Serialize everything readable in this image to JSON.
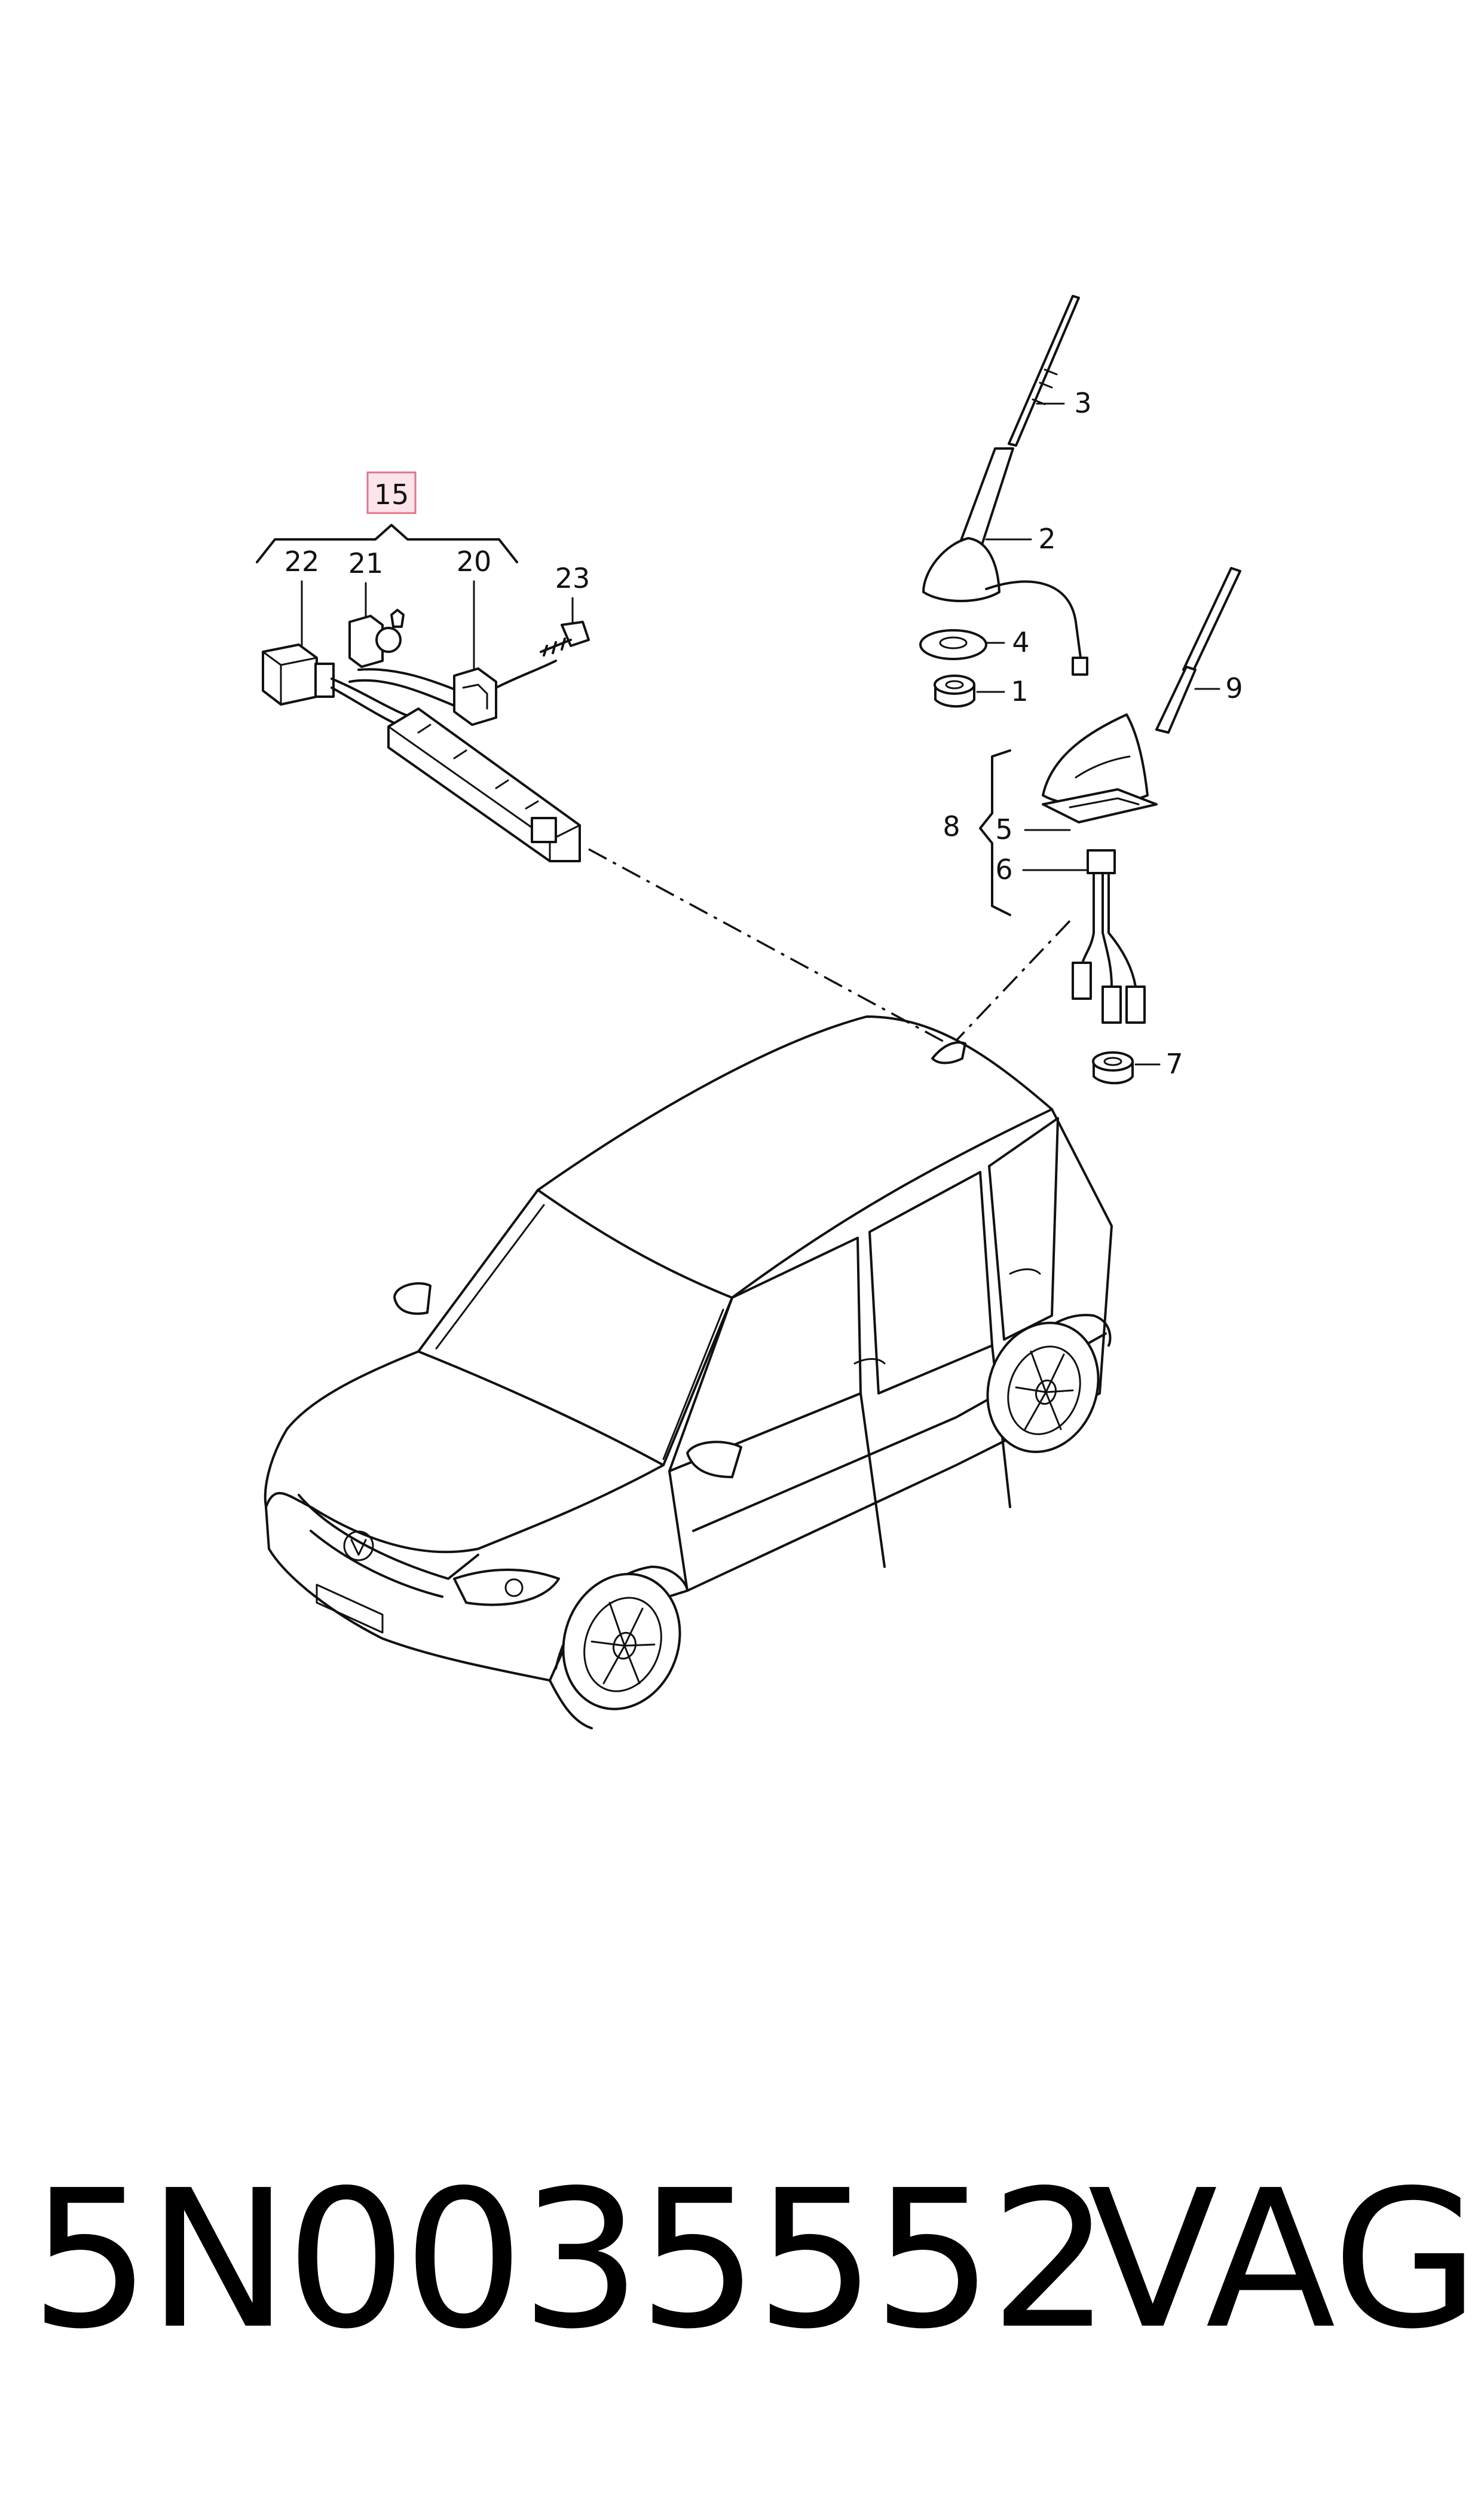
{
  "labels": {
    "l1": "1",
    "l2": "2",
    "l3": "3",
    "l4": "4",
    "l5": "5",
    "l6": "6",
    "l7": "7",
    "l8": "8",
    "l9": "9",
    "l15": "15",
    "l20": "20",
    "l21": "21",
    "l22": "22",
    "l23": "23"
  },
  "caption": {
    "part_number": "5N0035552",
    "brand": "VAG"
  },
  "colors": {
    "highlight_box_fill": "#fde4ea",
    "highlight_box_stroke": "#e2738c",
    "line": "#111111"
  }
}
